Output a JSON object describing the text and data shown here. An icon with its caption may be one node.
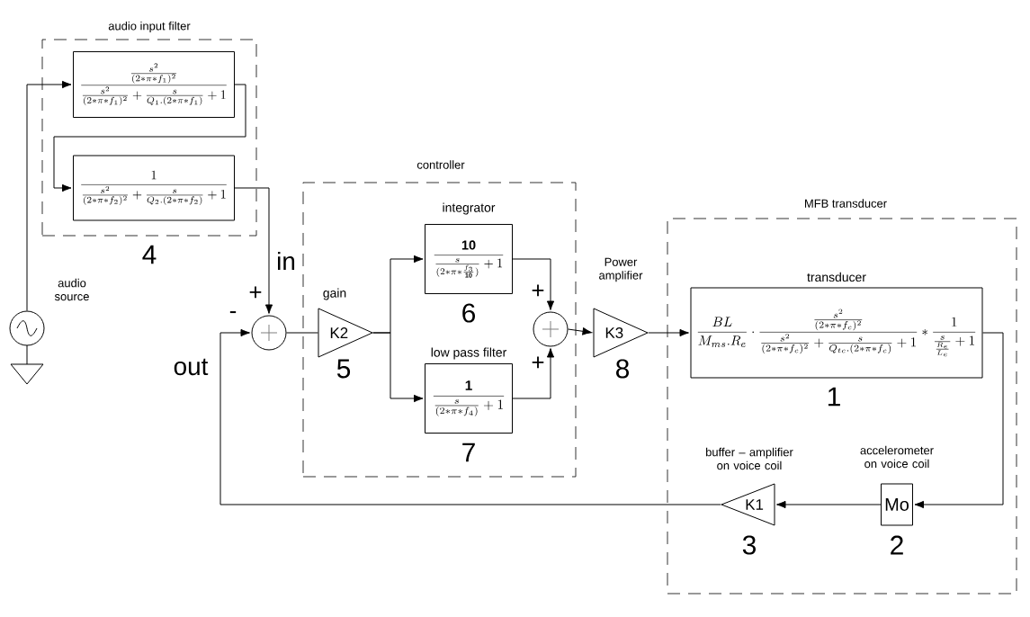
{
  "diagram": {
    "nodes": [
      {
        "text": [
          "audio input filter"
        ],
        "beside": [
          "4"
        ]
      },
      {
        "text": [
          "\\frac{\\frac{s^2}{(2*\\pi*f_1)^2}}{\\frac{s^2}{(2*\\pi*f_1)^2}+\\frac{s}{Q_1.(2*\\pi*f_1)}+1}"
        ],
        "in": 0
      },
      {
        "text": [
          "\\frac{1}{\\frac{s^2}{(2*\\pi*f_2)^2}+\\frac{s}{Q_2.(2*\\pi*f_2)}+1}"
        ],
        "in": 0
      },
      {
        "text": [],
        "shape": "circle",
        "beside": [
          "audio source"
        ]
      },
      {
        "text": [],
        "shape": "circle"
      },
      {
        "text": [
          "controller"
        ]
      },
      {
        "text": [
          "K2"
        ],
        "beside": [
          "gain",
          "5"
        ],
        "in": 5
      },
      {
        "text": [
          "integrator",
          "\\frac{\\mathbf{10}}{\\frac{s}{(2*\\pi*\\frac{f_3}{\\mathbf{10}})}+1}"
        ],
        "beside": [
          "6"
        ],
        "in": 5
      },
      {
        "text": [
          "low pass filter",
          "\\frac{\\mathbf{1}}{\\frac{s}{(2*\\pi*f_4)}+1}"
        ],
        "beside": [
          "7"
        ],
        "in": 5
      },
      {
        "text": [],
        "shape": "circle",
        "in": 5
      },
      {
        "text": [
          "K3"
        ],
        "beside": [
          "Power amplifier",
          "8"
        ]
      },
      {
        "text": [
          "MFB transducer"
        ]
      },
      {
        "text": [
          "transducer",
          "\\frac{BL}{M_{ms}.R_e}\\cdot\\frac{\\frac{s^2}{(2*\\pi*f_c)^2}}{\\frac{s^2}{(2*\\pi*f_c)^2}+\\frac{s}{Q_{tc}.(2*\\pi*f_c)}+1}*\\frac{1}{\\frac{s}{\\frac{R_e}{L_e}}+1}"
        ],
        "beside": [
          "1"
        ],
        "in": 11
      },
      {
        "text": [
          "Mo"
        ],
        "beside": [
          "accelerometer on voice coil",
          "2"
        ],
        "in": 11
      },
      {
        "text": [
          "K1"
        ],
        "beside": [
          "buffer – amplifier on voice coil",
          "3"
        ],
        "in": 11
      }
    ],
    "edges": [
      {
        "from": 3,
        "to": 1,
        "arrow": "to"
      },
      {
        "from": 1,
        "to": 2,
        "arrow": "to"
      },
      {
        "from": 2,
        "to": 4,
        "arrow": "to"
      },
      {
        "from": 4,
        "to": 6,
        "arrow": "none"
      },
      {
        "from": 6,
        "to": 7,
        "arrow": "to"
      },
      {
        "from": 6,
        "to": 8,
        "arrow": "to"
      },
      {
        "from": 7,
        "to": 9,
        "arrow": "to"
      },
      {
        "from": 8,
        "to": 9,
        "arrow": "to"
      },
      {
        "from": 9,
        "to": 10,
        "arrow": "to"
      },
      {
        "from": 10,
        "to": 12,
        "arrow": "to"
      },
      {
        "from": 12,
        "to": 13,
        "arrow": "to"
      },
      {
        "from": 13,
        "to": 14,
        "arrow": "to"
      },
      {
        "from": 14,
        "to": 4,
        "arrow": "to"
      }
    ],
    "labels": [
      "in",
      "+",
      "-",
      "out",
      "+",
      "+"
    ]
  }
}
